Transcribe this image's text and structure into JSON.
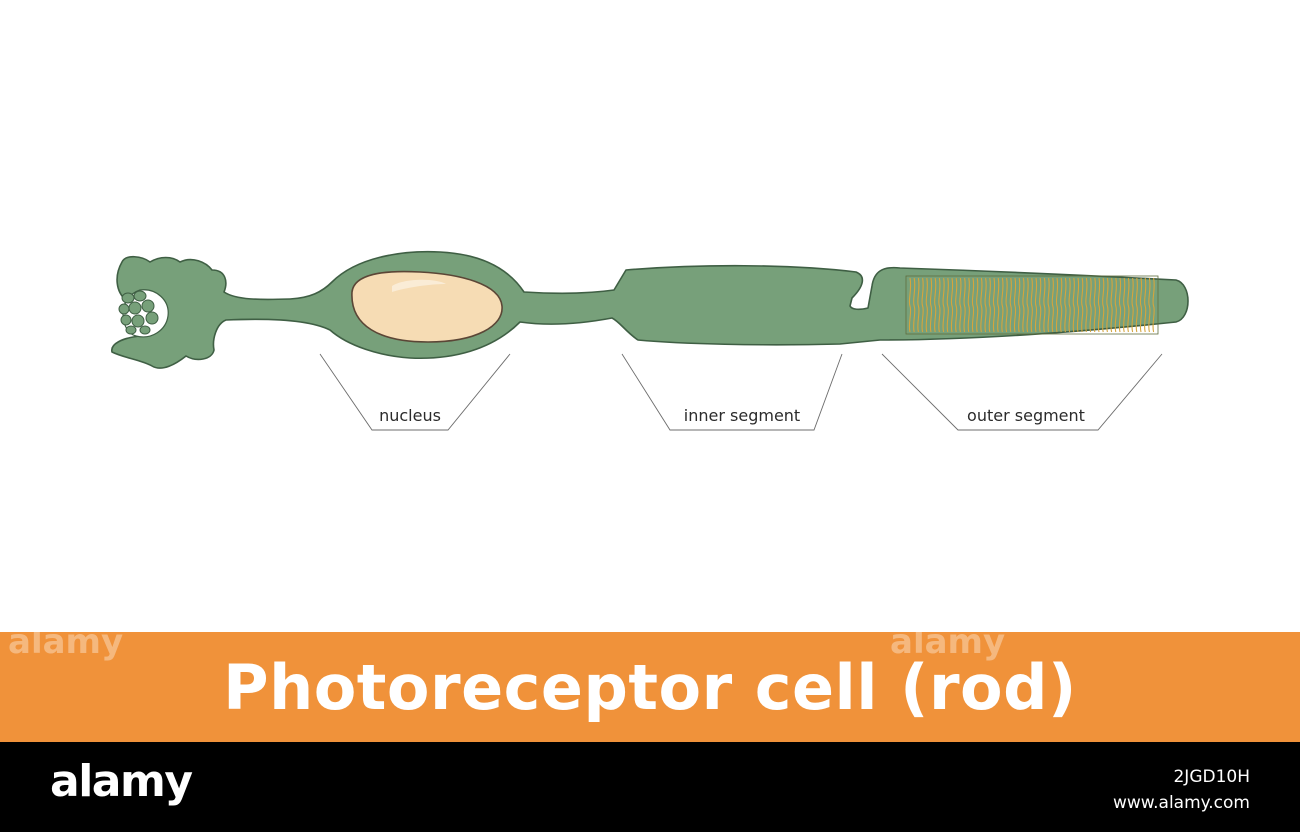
{
  "diagram": {
    "labels": {
      "nucleus": "nucleus",
      "inner_segment": "inner segment",
      "outer_segment": "outer segment"
    },
    "colors": {
      "cell_body": "#77a07a",
      "cell_outline": "#3f5f44",
      "nucleus_fill": "#f6dcb4",
      "nucleus_outline": "#5b4636",
      "discs": "#d6a53c",
      "leader_lines": "#6d6d6d"
    }
  },
  "title": {
    "text": "Photoreceptor cell (rod)",
    "band_color": "#f0923a"
  },
  "watermark": {
    "ghost_text": "alamy"
  },
  "footer": {
    "logo": "alamy",
    "image_id": "2JGD10H",
    "url": "www.alamy.com"
  }
}
